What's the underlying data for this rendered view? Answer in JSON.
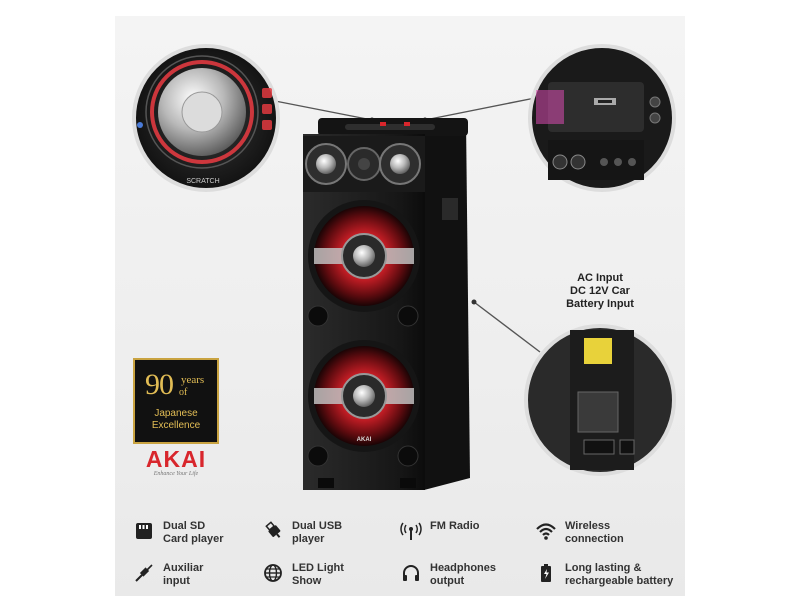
{
  "callout": {
    "lines": [
      "AC Input",
      "DC 12V Car",
      "Battery Input"
    ]
  },
  "logo": {
    "number": "90",
    "years": "years",
    "of": "of",
    "line1": "Japanese",
    "line2": "Excellence",
    "brand": "AKAI",
    "tagline": "Enhance Your Life"
  },
  "speaker": {
    "jog_label": "SCRATCH",
    "brand": "AKAI"
  },
  "features": [
    {
      "icon": "sd-card-icon",
      "line1": "Dual SD",
      "line2": "Card player"
    },
    {
      "icon": "usb-icon",
      "line1": "Dual USB",
      "line2": "player"
    },
    {
      "icon": "radio-icon",
      "line1": "FM Radio",
      "line2": ""
    },
    {
      "icon": "wifi-icon",
      "line1": "Wireless",
      "line2": "connection"
    },
    {
      "icon": "aux-cable-icon",
      "line1": "Auxiliar",
      "line2": "input"
    },
    {
      "icon": "globe-icon",
      "line1": "LED Light",
      "line2": "Show"
    },
    {
      "icon": "headphones-icon",
      "line1": "Headphones",
      "line2": "output"
    },
    {
      "icon": "battery-icon",
      "line1": "Long lasting &",
      "line2": "rechargeable battery"
    }
  ],
  "colors": {
    "accent_red": "#d8262c",
    "gold": "#c9a341",
    "speaker_body": "#1c1c1c"
  }
}
